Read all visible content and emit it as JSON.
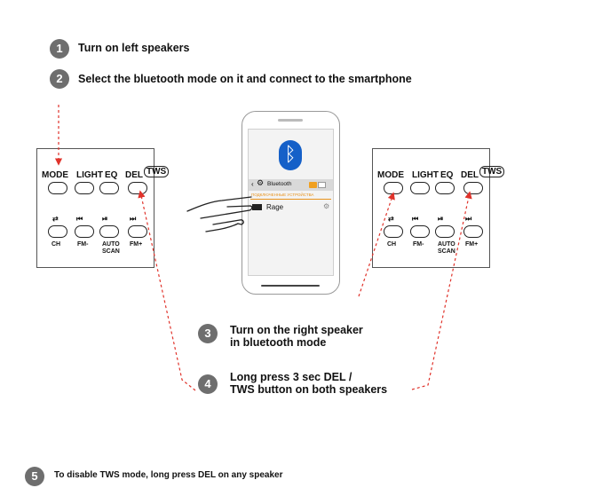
{
  "steps": [
    {
      "num": "1",
      "text": "Turn on left speakers"
    },
    {
      "num": "2",
      "text": "Select the bluetooth mode on it and connect to the smartphone"
    },
    {
      "num": "3",
      "line1": "Turn on the right speaker",
      "line2": "in bluetooth mode"
    },
    {
      "num": "4",
      "line1": "Long press 3 sec DEL /",
      "line2": "TWS button on both speakers"
    },
    {
      "num": "5",
      "text": "To disable TWS mode, long press DEL on any speaker"
    }
  ],
  "panel": {
    "top_labels": [
      "MODE",
      "LIGHT",
      "EQ",
      "DEL"
    ],
    "tws": "TWS",
    "bottom_labels": [
      "CH",
      "FM-",
      "AUTO\nSCAN",
      "FM+"
    ],
    "auto": "AUTO",
    "scan": "SCAN"
  },
  "phone": {
    "header": "Bluetooth",
    "section": "ПОДКЛЮЧЕННЫЕ УСТРОЙСТВА",
    "device": "Rage",
    "bt_symbol": "ᛒ"
  },
  "colors": {
    "badge": "#6e6e6e",
    "arrow": "#e0332b",
    "bluetooth": "#1560c8"
  }
}
